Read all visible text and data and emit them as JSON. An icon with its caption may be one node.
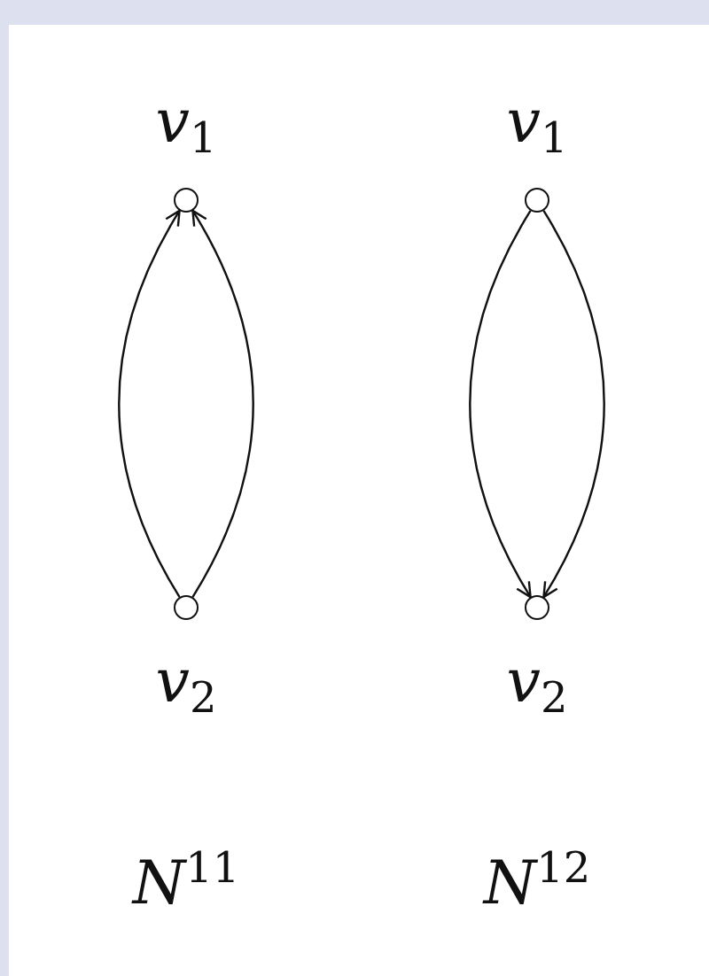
{
  "diagram": {
    "nodes": [
      {
        "text": [],
        "shape": "circle",
        "beside": [
          "v$_{1}$"
        ]
      },
      {
        "text": [],
        "shape": "circle",
        "beside": [
          "v$_{2}$"
        ]
      },
      {
        "text": [],
        "shape": "circle",
        "beside": [
          "v$_{1}$"
        ]
      },
      {
        "text": [],
        "shape": "circle",
        "beside": [
          "v$_{2}$"
        ]
      }
    ],
    "edges": [
      {
        "from": 1,
        "to": 0,
        "arrow": "to"
      },
      {
        "from": 1,
        "to": 0,
        "arrow": "to"
      },
      {
        "from": 2,
        "to": 3,
        "arrow": "to"
      },
      {
        "from": 2,
        "to": 3,
        "arrow": "to"
      }
    ],
    "labels": [
      "N$^{11}$",
      "N$^{12}$"
    ]
  }
}
